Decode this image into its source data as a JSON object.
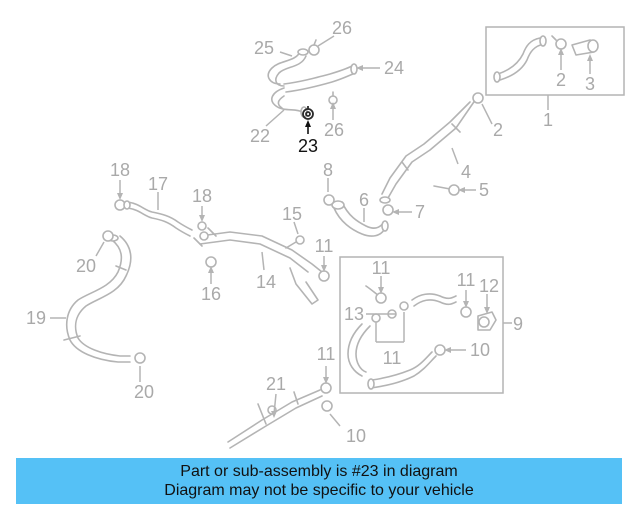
{
  "highlighted_part": "23",
  "callouts": [
    "1",
    "2",
    "2",
    "3",
    "4",
    "5",
    "6",
    "7",
    "8",
    "9",
    "10",
    "10",
    "11",
    "11",
    "11",
    "11",
    "11",
    "12",
    "13",
    "14",
    "15",
    "16",
    "17",
    "18",
    "18",
    "19",
    "20",
    "20",
    "21",
    "22",
    "23",
    "24",
    "25",
    "26",
    "26"
  ],
  "notice": {
    "line1": "Part or sub-assembly is #23 in diagram",
    "line2": "Diagram may not be specific to your vehicle"
  },
  "colors": {
    "banner": "#55c1f6",
    "callout": "#a9a9a9",
    "highlight": "#111111",
    "linework": "#b4b4b4"
  }
}
